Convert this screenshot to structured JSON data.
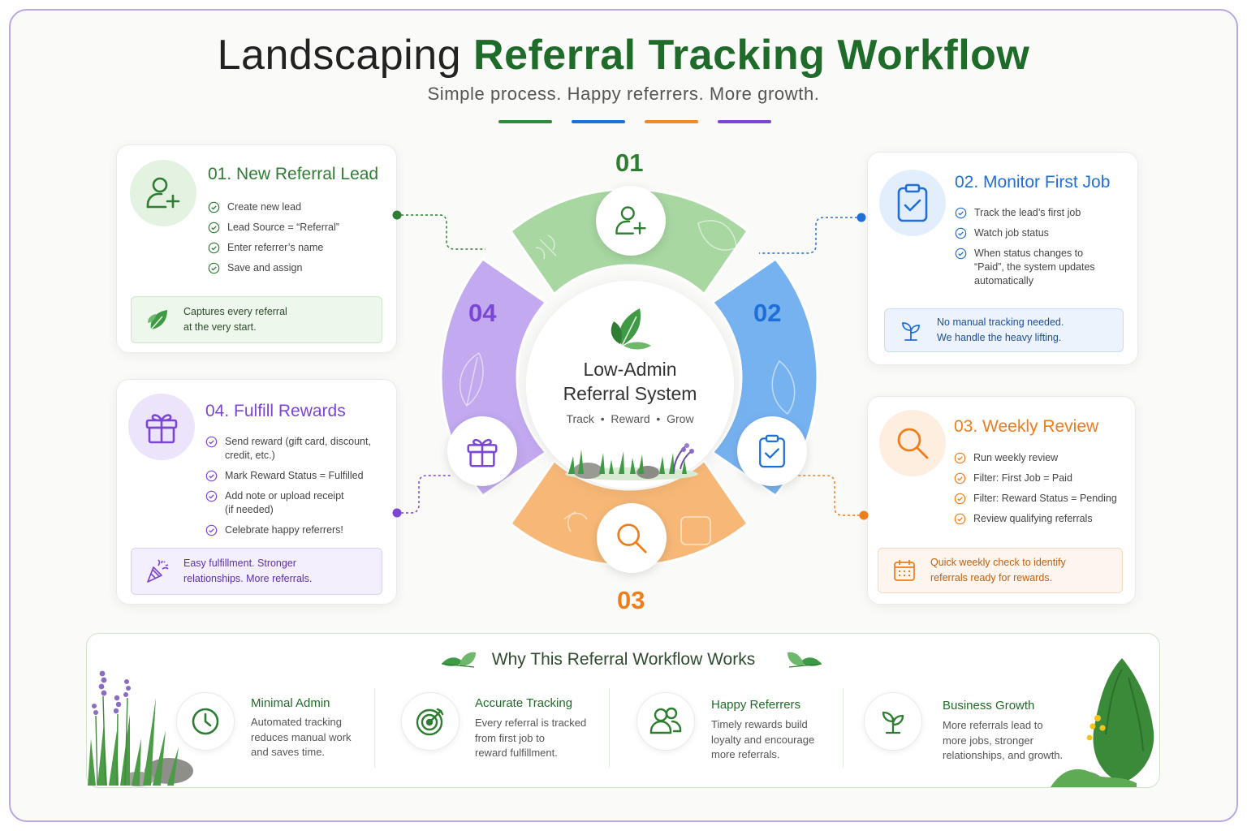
{
  "header": {
    "title_light": "Landscaping",
    "title_bold": "Referral Tracking Workflow",
    "subtitle": "Simple process. Happy referrers. More growth."
  },
  "colors": {
    "green": "#2e7d32",
    "blue": "#1e6fd9",
    "orange": "#ef7d1a",
    "purple": "#7b45d6",
    "title_green": "#1f6b2a"
  },
  "step1": {
    "title": "01. New Referral Lead",
    "icon": "user-plus-icon",
    "items": [
      "Create new lead",
      "Lead Source = “Referral”",
      "Enter referrer’s name",
      "Save and assign"
    ],
    "note_line1": "Captures every referral",
    "note_line2": "at the very start.",
    "note_icon": "leaf-icon"
  },
  "step2": {
    "title": "02. Monitor First Job",
    "icon": "clipboard-check-icon",
    "items": [
      "Track the lead’s first job",
      "Watch job status"
    ],
    "item3_line1": "When status changes to",
    "item3_line2": "“Paid”, the system updates",
    "item3_line3": "automatically",
    "note_line1": "No manual tracking needed.",
    "note_line2": "We handle the heavy lifting.",
    "note_icon": "sprout-icon"
  },
  "step3": {
    "title": "03. Weekly Review",
    "icon": "magnifier-icon",
    "items": [
      "Run weekly review",
      "Filter: First Job = Paid",
      "Filter: Reward Status = Pending",
      "Review qualifying referrals"
    ],
    "note_line1": "Quick weekly check to identify",
    "note_line2": "referrals ready for rewards.",
    "note_icon": "calendar-icon"
  },
  "step4": {
    "title": "04. Fulfill Rewards",
    "icon": "gift-icon",
    "item1_line1": "Send reward (gift card, discount,",
    "item1_line2": "credit, etc.)",
    "item2": "Mark Reward Status = Fulfilled",
    "item3_line1": "Add note or upload receipt",
    "item3_line2": "(if needed)",
    "item4": "Celebrate happy referrers!",
    "note_line1": "Easy fulfillment. Stronger",
    "note_line2": "relationships. More referrals.",
    "note_icon": "party-popper-icon"
  },
  "ring": {
    "num1": "01",
    "num2": "02",
    "num3": "03",
    "num4": "04",
    "center_line1": "Low-Admin",
    "center_line2": "Referral System",
    "tag1": "Track",
    "tag2": "Reward",
    "tag3": "Grow",
    "sep": "•"
  },
  "benefits": {
    "title": "Why This Referral Workflow Works",
    "items": [
      {
        "title": "Minimal Admin",
        "icon": "clock-icon",
        "l1": "Automated tracking",
        "l2": "reduces manual work",
        "l3": "and saves time."
      },
      {
        "title": "Accurate Tracking",
        "icon": "target-icon",
        "l1": "Every referral is tracked",
        "l2": "from first job to",
        "l3": "reward fulfillment."
      },
      {
        "title": "Happy Referrers",
        "icon": "users-icon",
        "l1": "Timely rewards build",
        "l2": "loyalty and encourage",
        "l3": "more referrals."
      },
      {
        "title": "Business Growth",
        "icon": "plant-icon",
        "l1": "More referrals lead to",
        "l2": "more jobs, stronger",
        "l3": "relationships, and growth."
      }
    ]
  }
}
